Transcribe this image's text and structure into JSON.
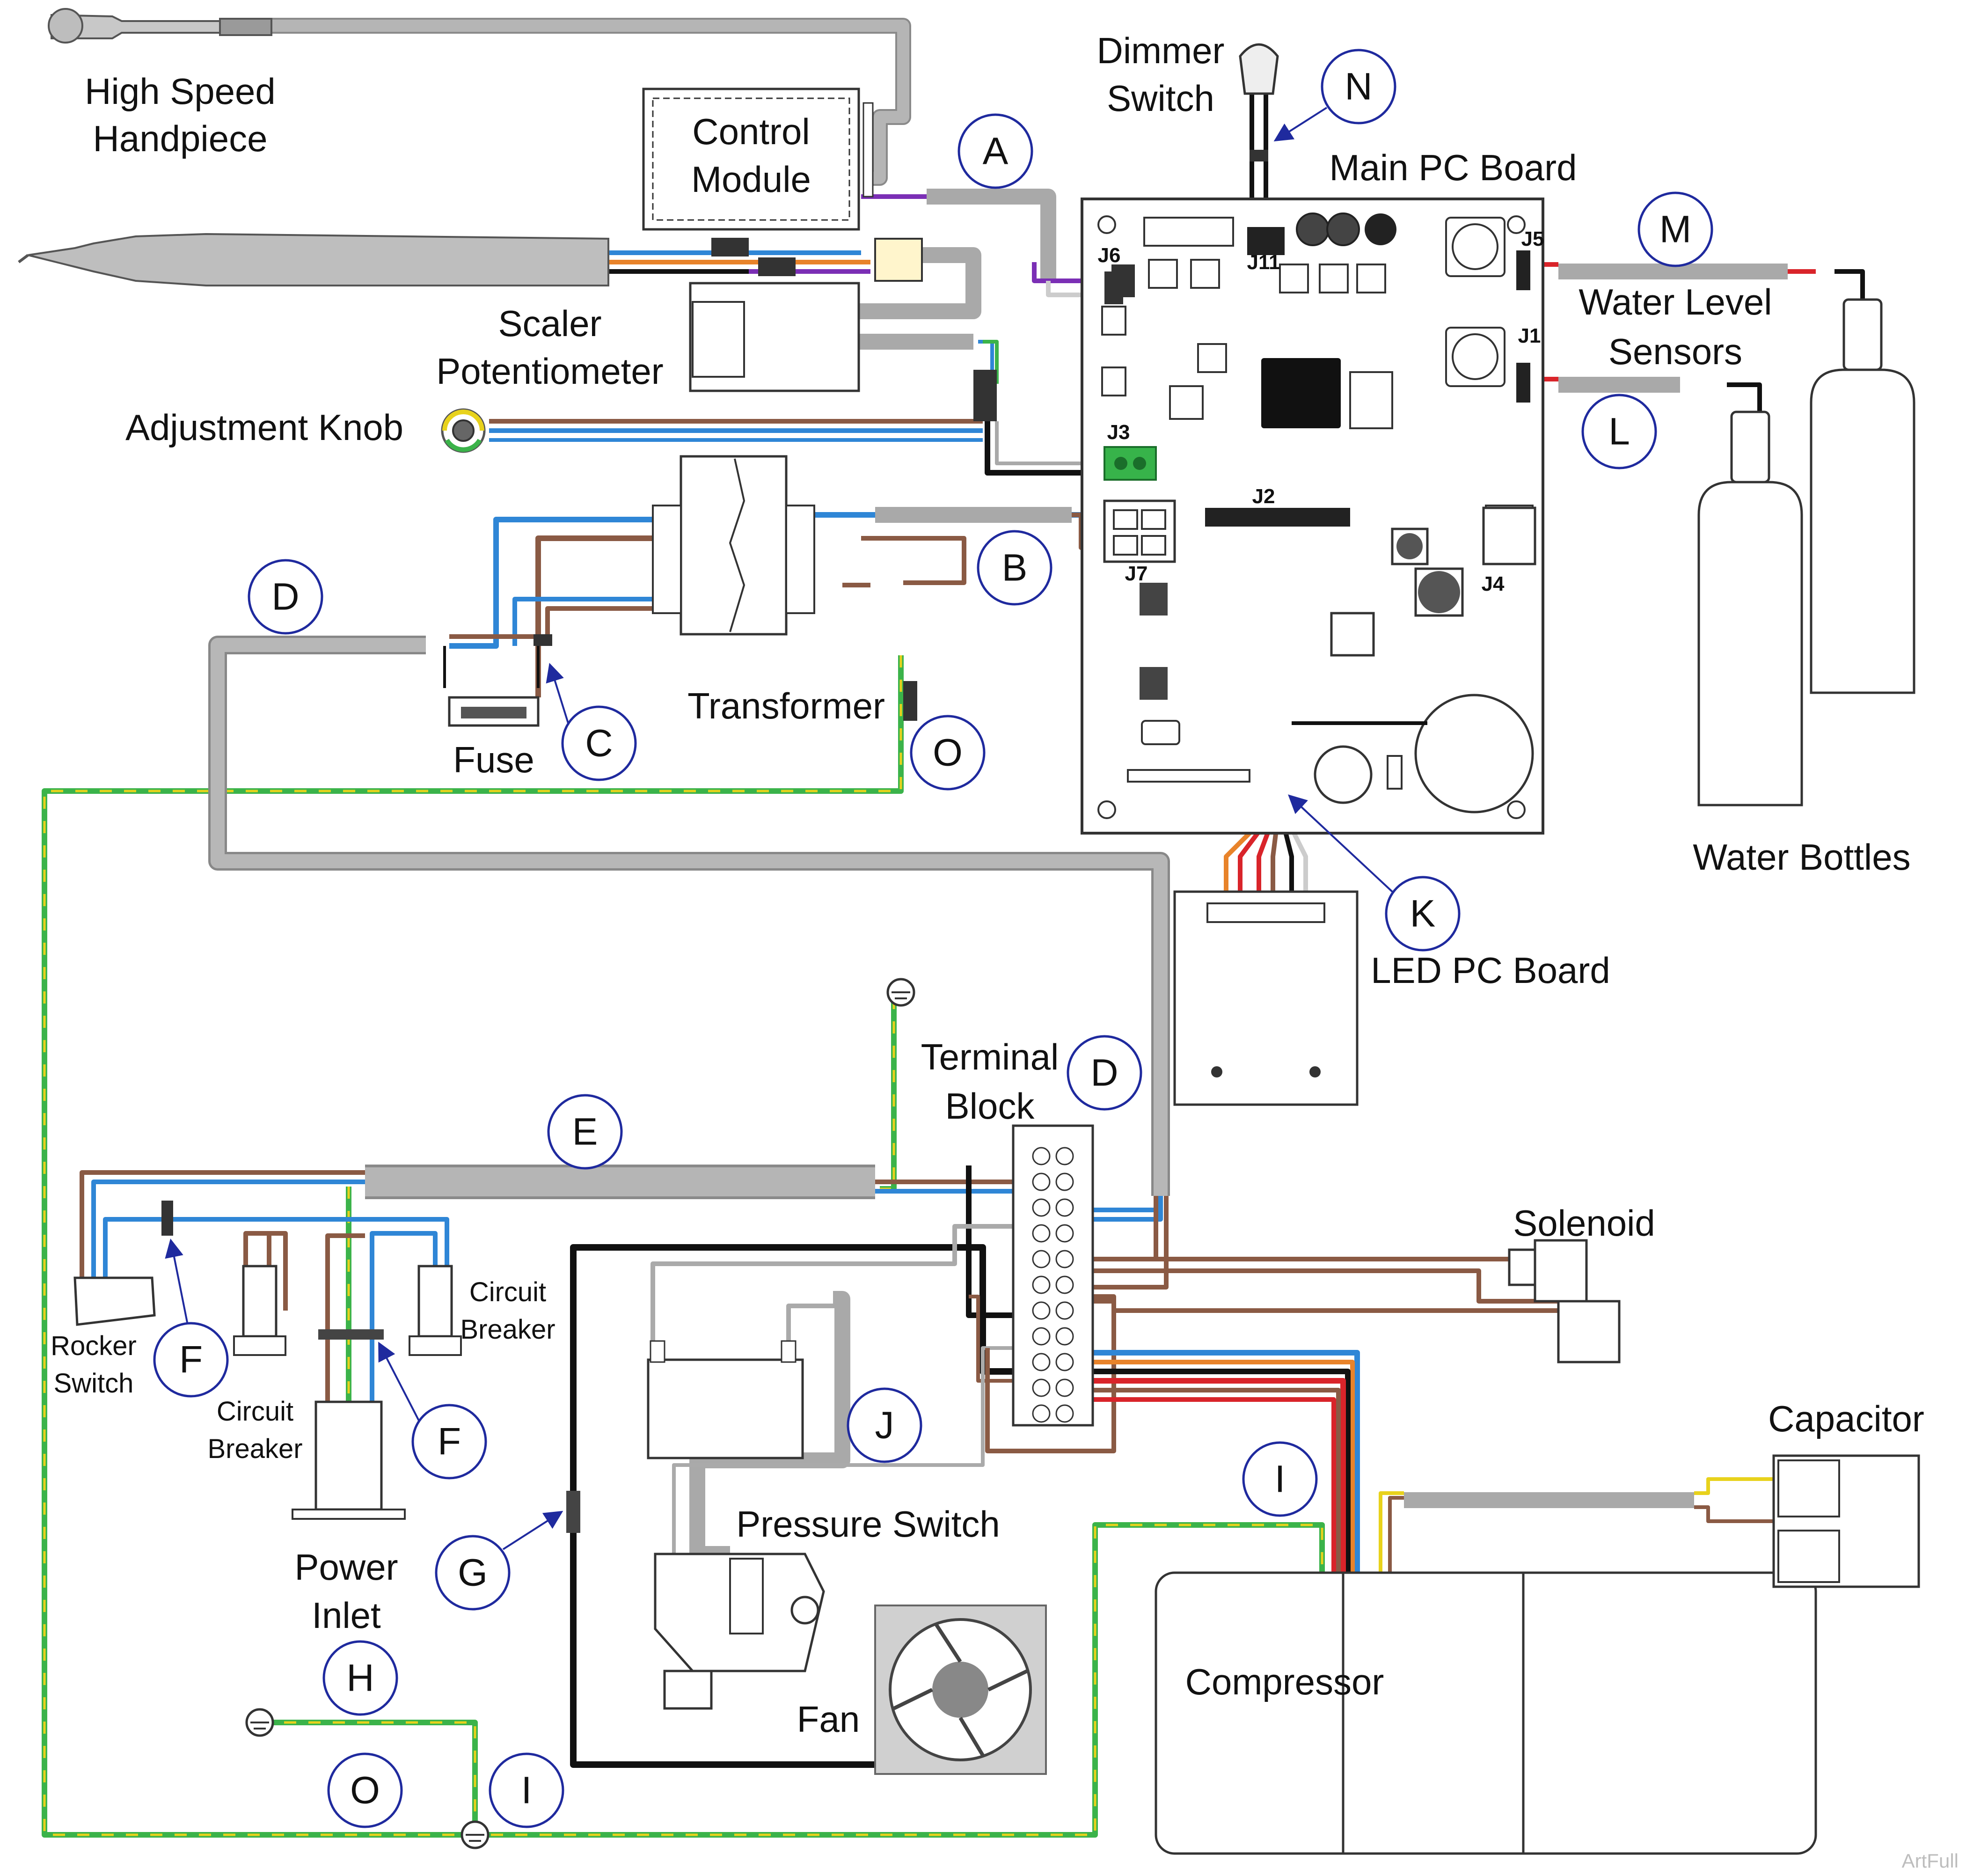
{
  "labels": {
    "high_speed_handpiece": [
      "High Speed",
      "Handpiece"
    ],
    "control_module": [
      "Control",
      "Module"
    ],
    "dimmer_switch": [
      "Dimmer",
      "Switch"
    ],
    "main_pc_board": "Main PC Board",
    "scaler_potentiometer": [
      "Scaler",
      "Potentiometer"
    ],
    "adjustment_knob": "Adjustment Knob",
    "water_level_sensors": [
      "Water Level",
      "Sensors"
    ],
    "water_bottles": "Water Bottles",
    "transformer": "Transformer",
    "fuse": "Fuse",
    "led_pc_board": "LED PC Board",
    "terminal_block": [
      "Terminal",
      "Block"
    ],
    "solenoid": "Solenoid",
    "rocker_switch": [
      "Rocker",
      "Switch"
    ],
    "circuit_breaker_left": [
      "Circuit",
      "Breaker"
    ],
    "circuit_breaker_right": [
      "Circuit",
      "Breaker"
    ],
    "power_inlet": [
      "Power",
      "Inlet"
    ],
    "pressure_switch": "Pressure Switch",
    "capacitor": "Capacitor",
    "fan": "Fan",
    "compressor": "Compressor"
  },
  "connectors": {
    "j1": "J1",
    "j2": "J2",
    "j3": "J3",
    "j4": "J4",
    "j5": "J5",
    "j6": "J6",
    "j7": "J7",
    "j11": "J11"
  },
  "callouts": {
    "a": "A",
    "b": "B",
    "c": "C",
    "d1": "D",
    "d2": "D",
    "e": "E",
    "f1": "F",
    "f2": "F",
    "g": "G",
    "h": "H",
    "i1": "I",
    "i2": "I",
    "j": "J",
    "k": "K",
    "l": "L",
    "m": "M",
    "n": "N",
    "o1": "O",
    "o2": "O"
  },
  "watermark": "ArtFull",
  "colors": {
    "cable_gray": "#a9a9a9",
    "wire_blue": "#2f86d6",
    "wire_brown": "#8a5a44",
    "wire_black": "#111111",
    "wire_red": "#d9242a",
    "wire_orange": "#e8832a",
    "wire_purple": "#7b2fb5",
    "wire_yellow": "#e8d21c",
    "ground_green": "#3bb34a",
    "callout_ring": "#1f2a9e",
    "j3_green": "#37b34a"
  }
}
